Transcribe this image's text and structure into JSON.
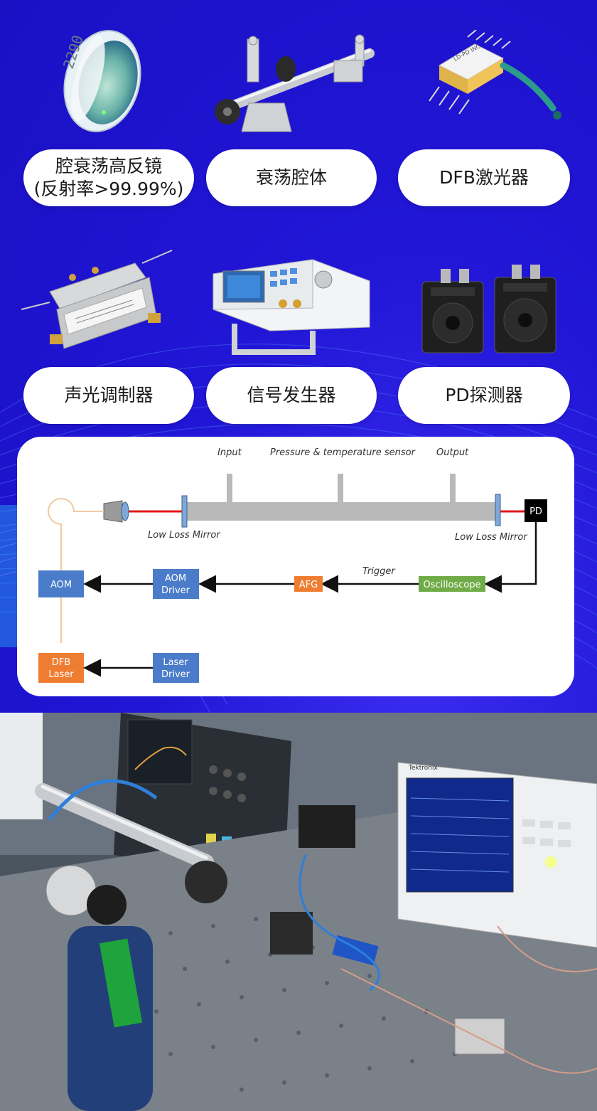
{
  "products": [
    {
      "name": "cavity-mirror",
      "label_line1": "腔衰荡高反镜",
      "label_line2": "(反射率>99.99%)",
      "lens_text": "2290"
    },
    {
      "name": "ringdown-cavity",
      "label_line1": "衰荡腔体"
    },
    {
      "name": "dfb-laser",
      "label_line1": "DFB激光器",
      "package_text": "LD-PD INC"
    },
    {
      "name": "aom",
      "label_line1": "声光调制器"
    },
    {
      "name": "signal-generator",
      "label_line1": "信号发生器"
    },
    {
      "name": "pd-detector",
      "label_line1": "PD探测器"
    }
  ],
  "diagram": {
    "top_labels": {
      "input": "Input",
      "sensor": "Pressure & temperature sensor",
      "output": "Output"
    },
    "mirror_left": "Low Loss Mirror",
    "mirror_right": "Low Loss Mirror",
    "pd": "PD",
    "trigger": "Trigger",
    "blocks": {
      "aom": "AOM",
      "aom_driver_1": "AOM",
      "aom_driver_2": "Driver",
      "afg": "AFG",
      "oscilloscope": "Oscilloscope",
      "dfb_1": "DFB",
      "dfb_2": "Laser",
      "laser_driver_1": "Laser",
      "laser_driver_2": "Driver"
    },
    "colors": {
      "blue_block": "#4a7cc9",
      "orange_block": "#ef7d31",
      "green_block": "#6fab46",
      "laser_red": "#e01919",
      "cavity_gray": "#b9b9b9",
      "fiber": "#f1c9a0"
    }
  },
  "photo": {
    "scope_brand": "Tektronix"
  },
  "colors": {
    "background": "#2116d6",
    "pill": "#ffffff"
  }
}
